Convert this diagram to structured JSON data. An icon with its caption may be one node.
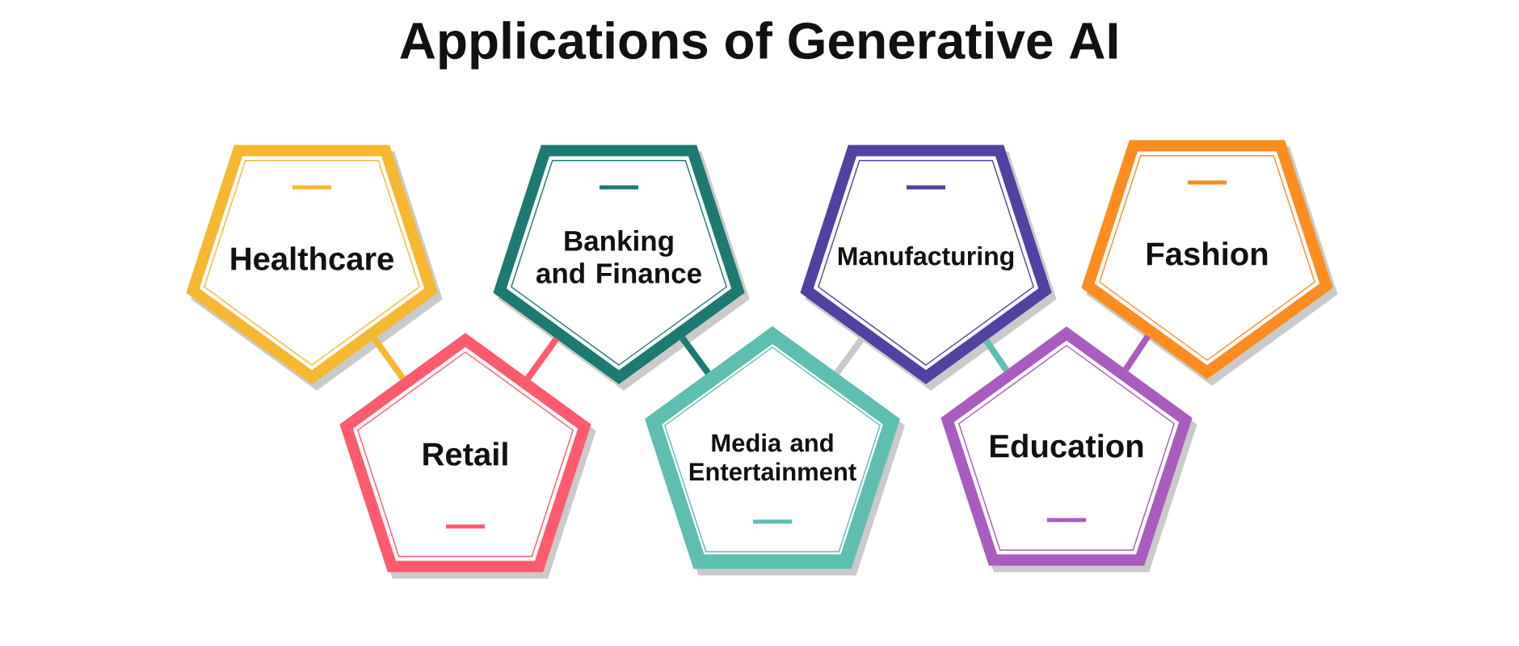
{
  "diagram": {
    "title": "Applications of Generative AI",
    "nodes": [
      {
        "text": [
          "Healthcare"
        ]
      },
      {
        "text": [
          "Retail"
        ]
      },
      {
        "text": [
          "Banking and Finance"
        ]
      },
      {
        "text": [
          "Media and Entertainment"
        ]
      },
      {
        "text": [
          "Manufacturing"
        ]
      },
      {
        "text": [
          "Education"
        ]
      },
      {
        "text": [
          "Fashion"
        ]
      }
    ],
    "edges": [
      {
        "from": 0,
        "to": 1,
        "arrow": "none",
        "color": "#f7b731"
      },
      {
        "from": 1,
        "to": 2,
        "arrow": "none",
        "color": "#ff5a6e"
      },
      {
        "from": 2,
        "to": 3,
        "arrow": "none",
        "color": "#1b7a72"
      },
      {
        "from": 3,
        "to": 4,
        "arrow": "none",
        "color": "#c8c8c8"
      },
      {
        "from": 4,
        "to": 5,
        "arrow": "none",
        "color": "#5cbfb0"
      },
      {
        "from": 5,
        "to": 6,
        "arrow": "none",
        "color": "#a95bbf"
      }
    ]
  }
}
